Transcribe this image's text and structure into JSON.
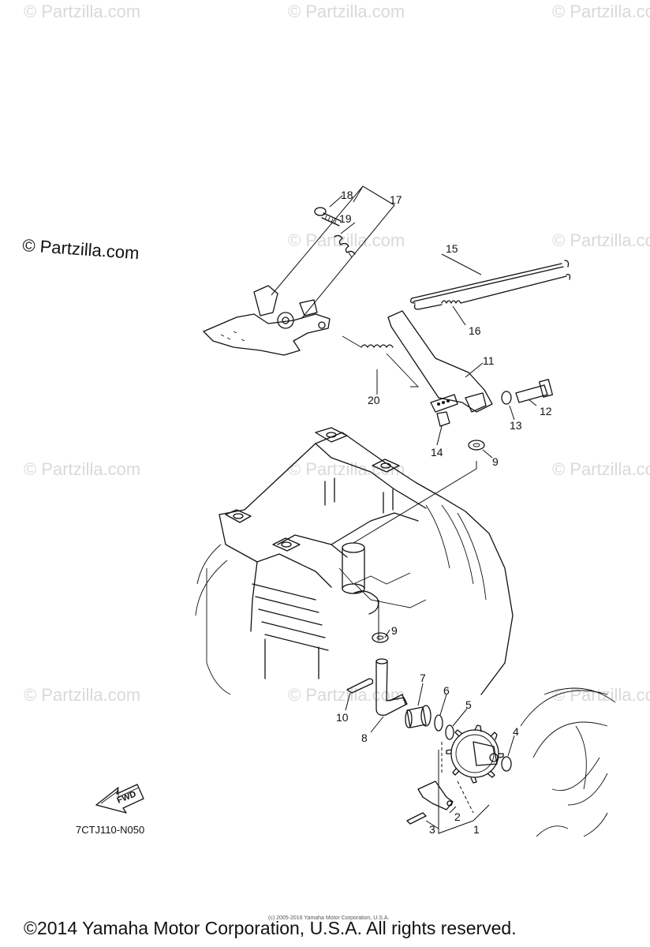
{
  "watermark_text": "© Partzilla.com",
  "main_watermark": "© Partzilla.com",
  "diagram_code": "7CTJ110-N050",
  "fwd_label": "FWD",
  "small_print": "(c) 2005-2016 Yamaha Motor Corporation, U.S.A.",
  "footer": "©2014 Yamaha Motor Corporation, U.S.A. All rights reserved.",
  "callouts": {
    "c1": "1",
    "c2": "2",
    "c3": "3",
    "c4": "4",
    "c5": "5",
    "c6": "6",
    "c7": "7",
    "c8": "8",
    "c9a": "9",
    "c9b": "9",
    "c10": "10",
    "c11": "11",
    "c12": "12",
    "c13": "13",
    "c14": "14",
    "c15": "15",
    "c16": "16",
    "c17": "17",
    "c18": "18",
    "c19": "19",
    "c20": "20"
  }
}
